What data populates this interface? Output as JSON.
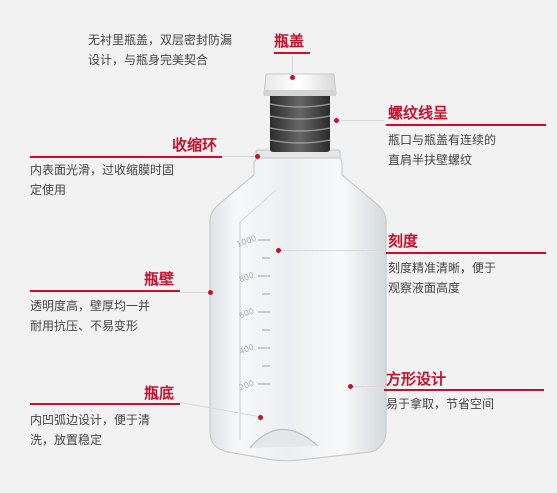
{
  "features": {
    "cap": {
      "title": "瓶盖",
      "desc": [
        "无衬里瓶盖，双层密封防漏",
        "设计，与瓶身完美契合"
      ]
    },
    "thread": {
      "title": "螺纹线呈",
      "desc": [
        "瓶口与瓶盖有连续的",
        "直肩半扶壁螺纹"
      ]
    },
    "shrink_ring": {
      "title": "收缩环",
      "desc": [
        "内表面光滑，过收缩膜时固",
        "定使用"
      ]
    },
    "graduation": {
      "title": "刻度",
      "desc": [
        "刻度精准清晰，便于",
        "观察液面高度"
      ]
    },
    "wall": {
      "title": "瓶壁",
      "desc": [
        "透明度高，壁厚均一并",
        "耐用抗压、不易变形"
      ]
    },
    "square": {
      "title": "方形设计",
      "desc": [
        "易于拿取，节省空间"
      ]
    },
    "bottom": {
      "title": "瓶底",
      "desc": [
        "内凹弧边设计，便于清",
        "洗，放置稳定"
      ]
    }
  },
  "bottle": {
    "graduation_marks": [
      "1000",
      "800",
      "600",
      "400",
      "200"
    ]
  },
  "colors": {
    "accent": "#c8102e",
    "text": "#444444",
    "background": "#f2f2f2"
  }
}
